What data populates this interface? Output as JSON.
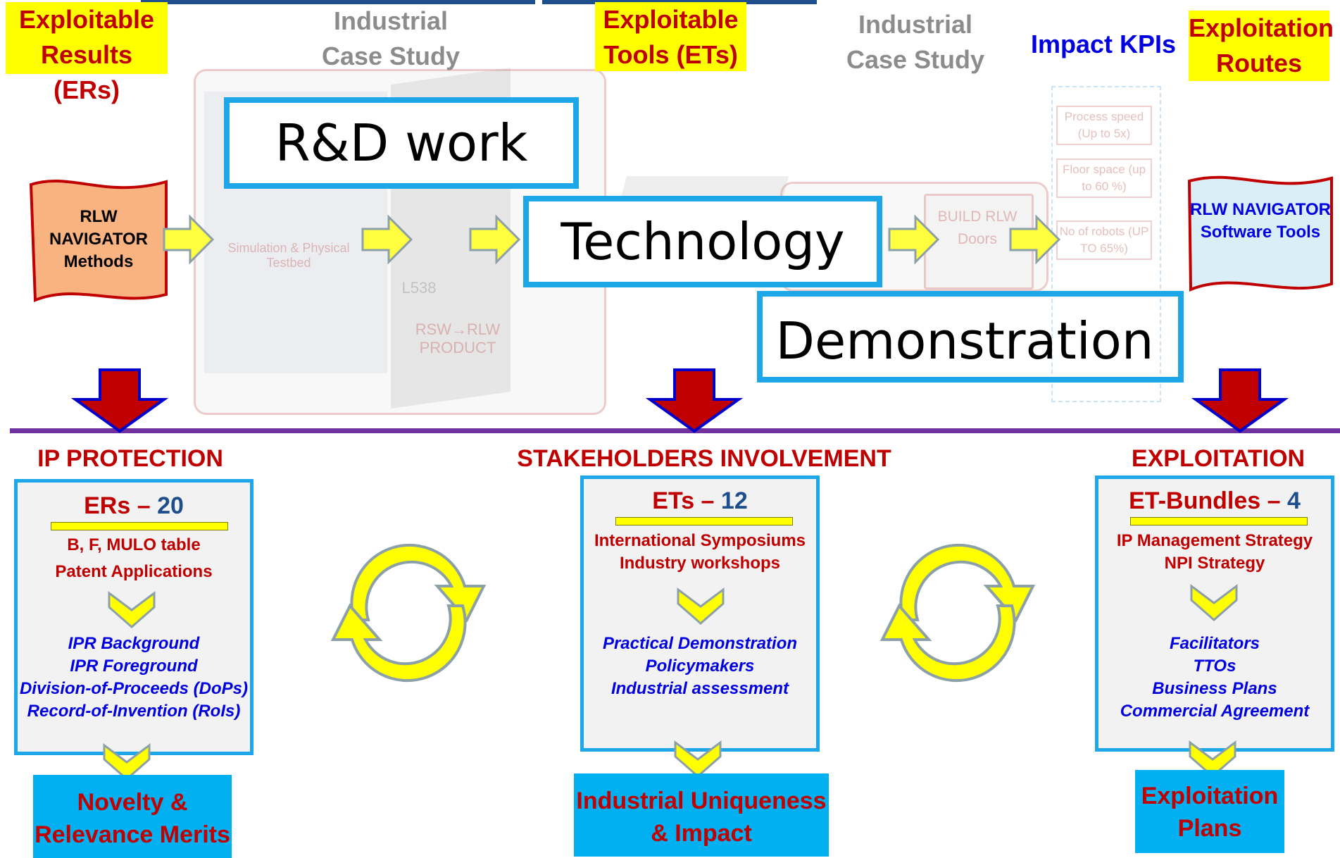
{
  "header": {
    "exploitable_results": "Exploitable Results (ERs)",
    "case_study_1": "Industrial Case Study",
    "exploitable_tools": "Exploitable Tools (ETs)",
    "case_study_2": "Industrial Case Study",
    "impact_kpis": "Impact KPIs",
    "exploitation_routes": "Exploitation Routes"
  },
  "flow": {
    "methods": "RLW NAVIGATOR Methods",
    "software_tools": "RLW NAVIGATOR Software Tools",
    "rd_work": "R&D work",
    "technology": "Technology",
    "demonstration": "Demonstration"
  },
  "background": {
    "sim_testbed": "Simulation & Physical Testbed",
    "l538": "L538",
    "rsw_rlw": "RSW→RLW PRODUCT",
    "build_rlw_doors": "BUILD RLW Doors",
    "kpis": [
      "Process speed (Up to 5x)",
      "Floor space (up to 60 %)",
      "No of robots (UP TO 65%)"
    ]
  },
  "sections": [
    {
      "title": "IP PROTECTION",
      "panel_label": "ERs – ",
      "panel_count": "20",
      "red_items": [
        "B, F,  MULO table",
        "Patent Applications"
      ],
      "blue_items": [
        "IPR Background",
        "IPR Foreground",
        "Division-of-Proceeds (DoPs)",
        "Record-of-Invention (RoIs)"
      ],
      "result": "Novelty & Relevance Merits"
    },
    {
      "title": "STAKEHOLDERS  INVOLVEMENT",
      "panel_label": "ETs – ",
      "panel_count": "12",
      "red_items": [
        "International Symposiums",
        "Industry workshops"
      ],
      "blue_items": [
        "Practical Demonstration",
        "Policymakers",
        "Industrial assessment"
      ],
      "result": "Industrial Uniqueness & Impact"
    },
    {
      "title": "EXPLOITATION",
      "panel_label": "ET-Bundles – ",
      "panel_count": "4",
      "red_items": [
        "IP Management Strategy",
        "NPI Strategy"
      ],
      "blue_items": [
        "Facilitators",
        "TTOs",
        "Business Plans",
        "Commercial Agreement"
      ],
      "result": "Exploitation Plans"
    }
  ],
  "colors": {
    "accent_blue": "#1ea7e8",
    "highlight_yellow": "#ffff00",
    "title_red": "#c00000",
    "divider_purple": "#7030a0",
    "result_blue": "#00b0f0"
  }
}
